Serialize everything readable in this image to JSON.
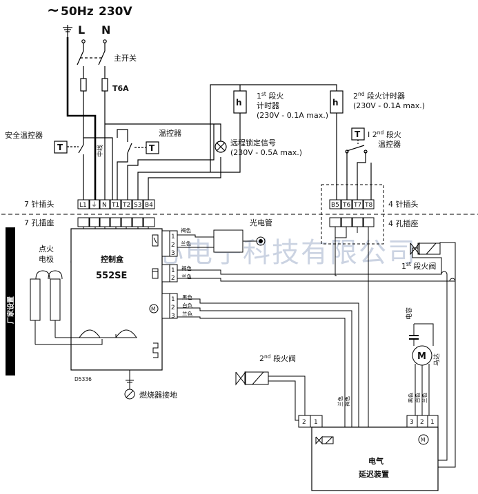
{
  "supply": {
    "tilde": "~",
    "freq": "50Hz",
    "volt": "230V"
  },
  "line_labels": {
    "L": "L",
    "N": "N"
  },
  "main_switch": "主开关",
  "fuse": "T6A",
  "neutral_wire": "中线",
  "safety_thermostat": "安全温控器",
  "thermostat": "温控器",
  "t_symbol": "T",
  "h_symbol": "h",
  "remote_lockout": {
    "line1": "远程锁定信号",
    "line2": "(230V - 0.5A max.)"
  },
  "timer1": {
    "num": "1",
    "sup": "st",
    "line1_rest": " 段火",
    "line2": "计时器",
    "line3": "(230V - 0.1A max.)"
  },
  "timer2": {
    "num": "2",
    "sup": "nd",
    "line1_rest": " 段火计时器",
    "line2": "(230V - 0.1A max.)"
  },
  "thermo2": {
    "prefix": "I ",
    "num": "2",
    "sup": "nd",
    "line1_rest": " 段火",
    "line2": "温控器"
  },
  "terminals7": [
    "L1",
    "⏚",
    "N",
    "T1",
    "T2",
    "S3",
    "B4"
  ],
  "terminals4": [
    "B5",
    "T6",
    "T7",
    "T8"
  ],
  "plug7_label": "7 针插头",
  "socket7_label": "7 孔插座",
  "plug4_label": "4 针插头",
  "socket4_label": "4 孔插座",
  "photocell": "光电管",
  "factory_setting": "厂家设置",
  "ignition": {
    "line1": "点火",
    "line2": "电极"
  },
  "controller": {
    "name": "控制盒",
    "model": "552SE"
  },
  "watermark": "上海随心电子科技有限公司",
  "pins3": [
    "1",
    "2",
    "3"
  ],
  "pins2": [
    "1",
    "2"
  ],
  "photocell_wires": [
    "褐色",
    "兰色"
  ],
  "valve1_wires": [
    "褐色",
    "兰色"
  ],
  "motor_wires": [
    "黑色",
    "白色",
    "兰色"
  ],
  "valve1": {
    "num": "1",
    "sup": "st",
    "rest": " 段火阀"
  },
  "valve2": {
    "num": "2",
    "sup": "nd",
    "rest": " 段火阀"
  },
  "capacitor": "电容",
  "motor": "马达",
  "motor_symbol": "M",
  "m_symbol": "M",
  "drawing_no": "D5336",
  "burner_ground": "燃烧器接地",
  "bottom_left_wires": [
    "兰色",
    "褐色"
  ],
  "bottom_right_wires": [
    "黑色",
    "白色",
    "兰色"
  ],
  "valve2_pins": [
    "2",
    "1"
  ],
  "motor_pins": [
    "3",
    "2",
    "1"
  ],
  "delay_device": {
    "line1": "电气",
    "line2": "延迟装置"
  }
}
